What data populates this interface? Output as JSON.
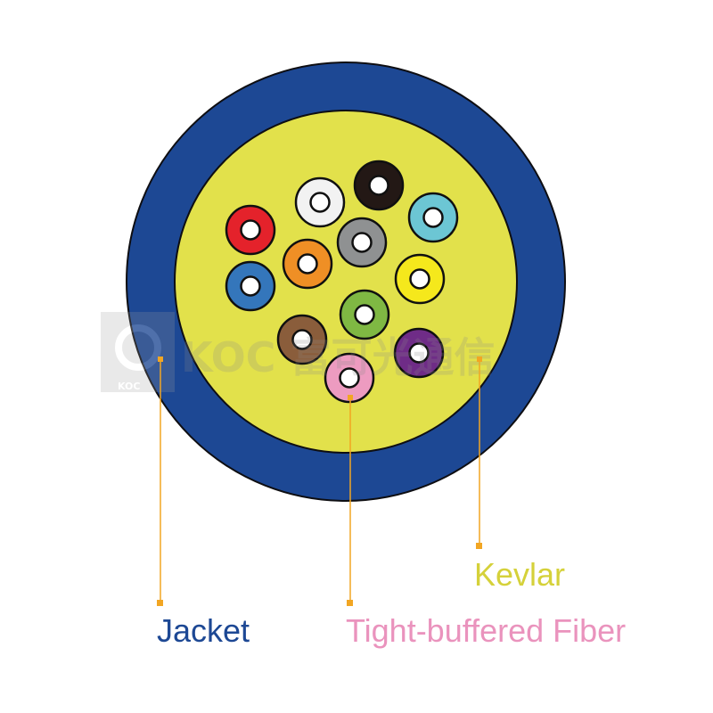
{
  "title": "",
  "cable": {
    "jacket_color": "#1d4894",
    "kevlar_color": "#e2e14b",
    "fibers": [
      {
        "name": "black",
        "color": "#231815"
      },
      {
        "name": "white",
        "color": "#f2f2f2"
      },
      {
        "name": "aqua",
        "color": "#6cc6d4"
      },
      {
        "name": "red",
        "color": "#e4222b"
      },
      {
        "name": "slate",
        "color": "#8f9192"
      },
      {
        "name": "orange",
        "color": "#ef8f25"
      },
      {
        "name": "yellow",
        "color": "#f5e81c"
      },
      {
        "name": "blue",
        "color": "#3476bb"
      },
      {
        "name": "green",
        "color": "#7fb843"
      },
      {
        "name": "brown",
        "color": "#8a5d3b"
      },
      {
        "name": "violet",
        "color": "#6f2c87"
      },
      {
        "name": "rose",
        "color": "#ed9bc0"
      }
    ]
  },
  "labels": {
    "jacket": {
      "text": "Jacket",
      "color": "#1d4894"
    },
    "fiber": {
      "text": "Tight-buffered Fiber",
      "color": "#ea93bd"
    },
    "kevlar": {
      "text": "Kevlar",
      "color": "#d5d13a"
    }
  },
  "leader_color": "#f2a623",
  "watermark": {
    "text": "KOC 富可光通信",
    "subtext": "KOC"
  }
}
